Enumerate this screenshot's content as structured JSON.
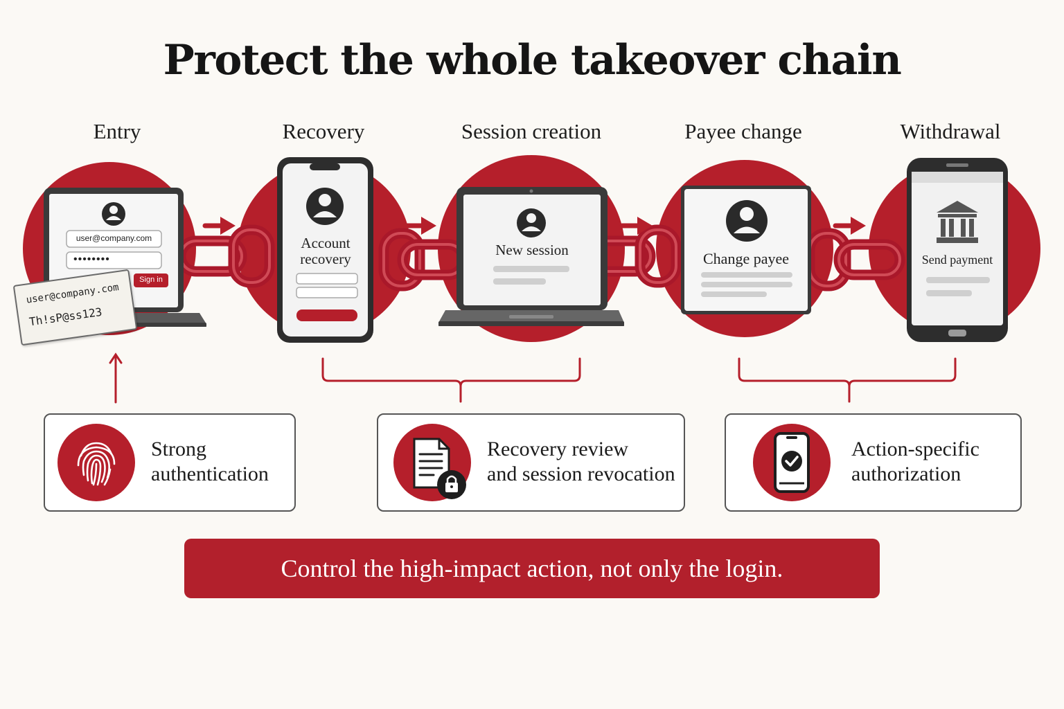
{
  "title": "Protect the whole takeover chain",
  "stages": [
    {
      "label": "Entry"
    },
    {
      "label": "Recovery"
    },
    {
      "label": "Session creation"
    },
    {
      "label": "Payee change"
    },
    {
      "label": "Withdrawal"
    }
  ],
  "entry_screen": {
    "email": "user@company.com",
    "password": "••••••••",
    "sign_in": "Sign in"
  },
  "sticky_note": {
    "line1": "user@company.com",
    "line2": "Th!sP@ss123"
  },
  "recovery_screen": {
    "line1": "Account",
    "line2": "recovery"
  },
  "session_screen": {
    "label": "New session"
  },
  "payee_screen": {
    "label": "Change payee"
  },
  "withdrawal_screen": {
    "label": "Send payment"
  },
  "controls": [
    {
      "line1": "Strong",
      "line2": "authentication",
      "icon": "fingerprint-icon"
    },
    {
      "line1": "Recovery review",
      "line2": "and session revocation",
      "icon": "document-lock-icon"
    },
    {
      "line1": "Action-specific",
      "line2": "authorization",
      "icon": "phone-check-icon"
    }
  ],
  "banner": "Control the high-impact action, not only the login.",
  "colors": {
    "accent": "#b51f2b",
    "background": "#fbf9f5"
  }
}
